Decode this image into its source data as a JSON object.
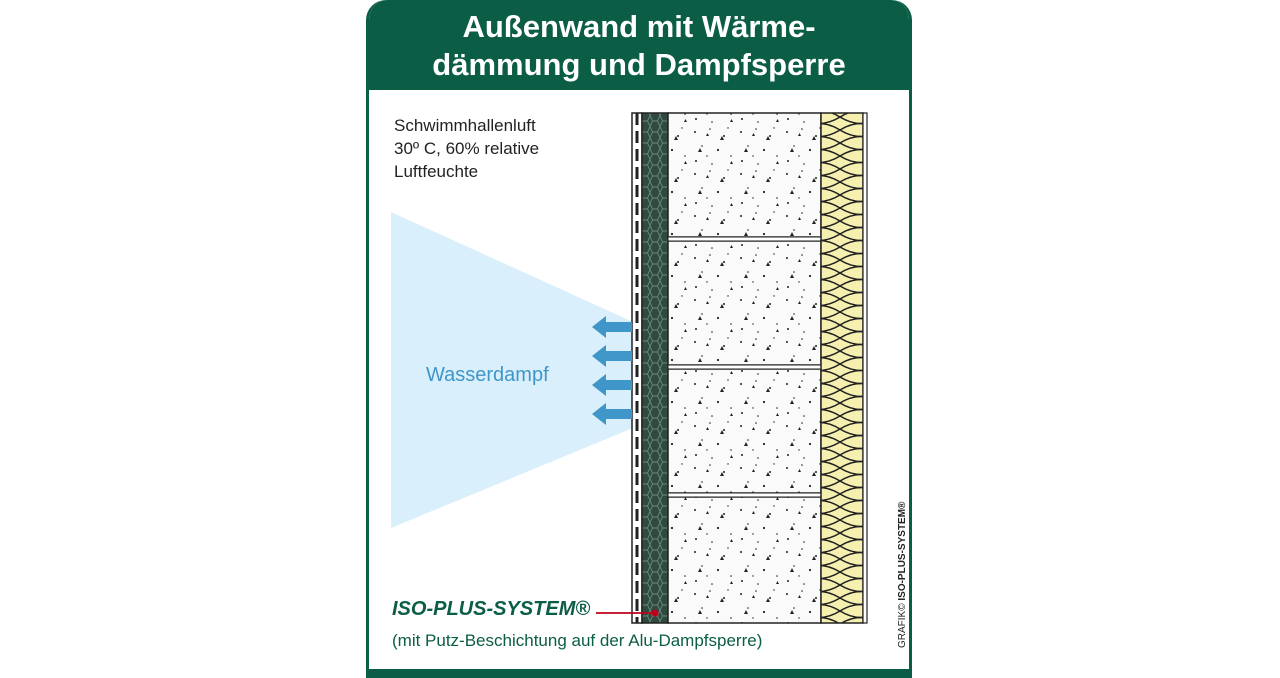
{
  "title": {
    "line1": "Außenwand mit Wärme-",
    "line2": "dämmung und Dampfsperre"
  },
  "air": {
    "line1": "Schwimmhallenluft",
    "line2": "30º C, 60% relative",
    "line3": "Luftfeuchte"
  },
  "steam_label": "Wasserdampf",
  "brand": "ISO-PLUS-SYSTEM®",
  "note": "(mit Putz-Beschichtung auf der Alu-Dampfsperre)",
  "credit": {
    "prefix": "GRAFIK© ",
    "brand": "ISO-PLUS-SYSTEM®"
  },
  "colors": {
    "frame_green": "#0b5d46",
    "hex_layer": "#2f4a3f",
    "insulation": "#f6f0b0",
    "steam_blue": "#3f96c8",
    "fan_blue": "#d9effb",
    "pointer_red": "#c0001a"
  }
}
